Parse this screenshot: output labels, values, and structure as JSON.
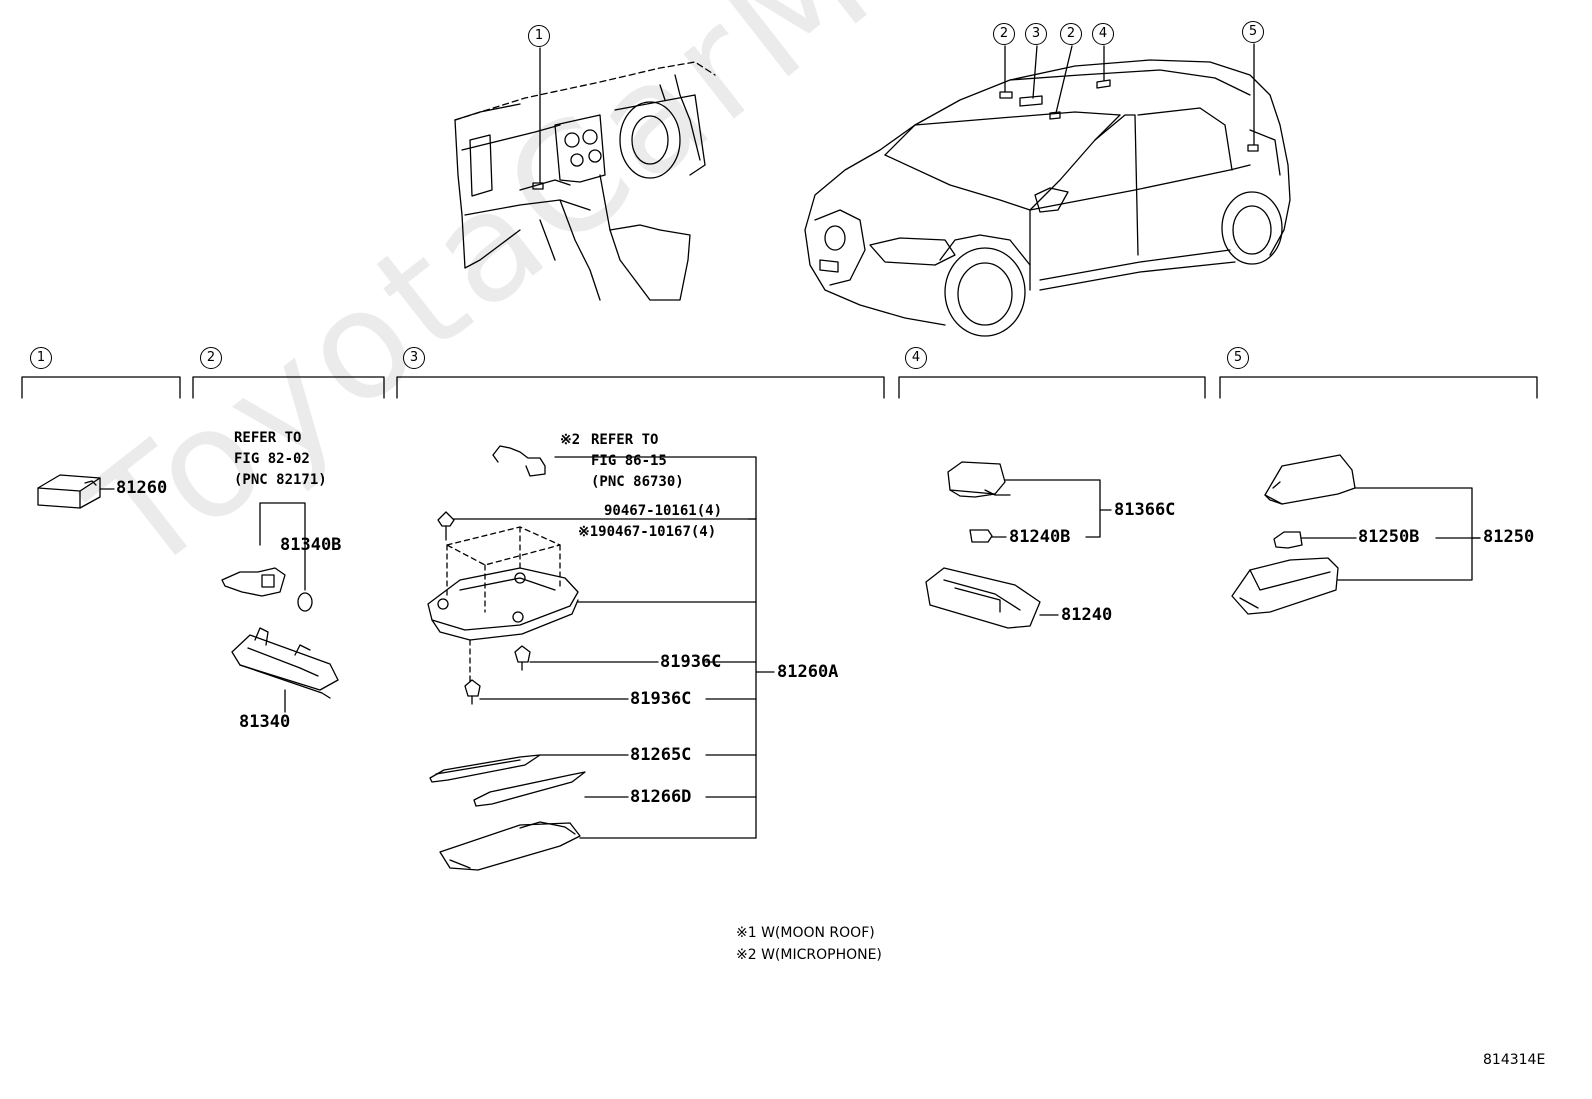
{
  "figure_number": "814314E",
  "watermark": "ToyotaCarMine.ru",
  "overview_callouts": [
    "1",
    "2",
    "3",
    "2",
    "4",
    "5"
  ],
  "sections": [
    {
      "id": "1"
    },
    {
      "id": "2"
    },
    {
      "id": "3"
    },
    {
      "id": "4"
    },
    {
      "id": "5"
    }
  ],
  "section1": {
    "part": "81260"
  },
  "section2": {
    "refer": "REFER TO\nFIG 82-02\n(PNC 82171)",
    "bulb": "81340B",
    "lamp": "81340"
  },
  "section3": {
    "refer_prefix": "※2",
    "refer": "REFER TO\nFIG 86-15\n(PNC 86730)",
    "screw1": "90467-10161(4)",
    "screw2": "※190467-10167(4)",
    "clip_a": "81936C",
    "clip_b": "81936C",
    "assembly": "81260A",
    "lens_a": "81265C",
    "lens_b": "81266D"
  },
  "section4": {
    "assembly": "81366C",
    "bulb": "81240B",
    "lamp": "81240"
  },
  "section5": {
    "bulb": "81250B",
    "lamp": "81250"
  },
  "notes": [
    "※1 W(MOON ROOF)",
    "※2 W(MICROPHONE)"
  ]
}
